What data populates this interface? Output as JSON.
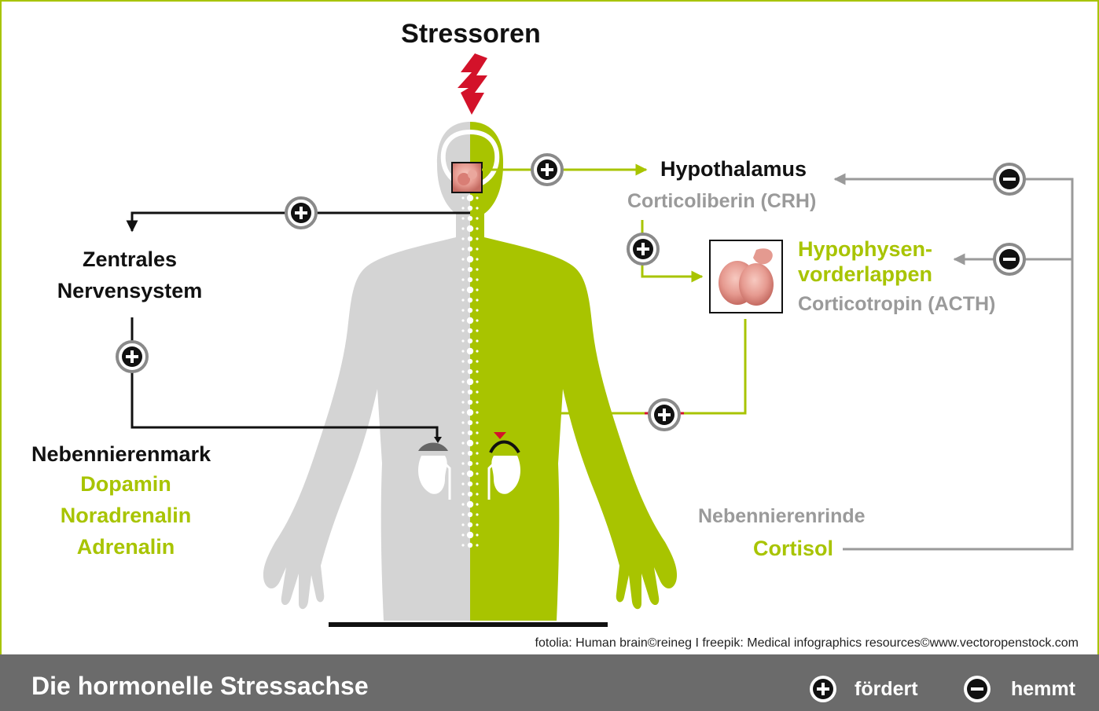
{
  "title": "Stressoren",
  "labels": {
    "hypothalamus": "Hypothalamus",
    "crh": "Corticoliberin (CRH)",
    "hypophyse_1": "Hypophysen-",
    "hypophyse_2": "vorderlappen",
    "acth": "Corticotropin (ACTH)",
    "zns_1": "Zentrales",
    "zns_2": "Nervensystem",
    "mark": "Nebennierenmark",
    "dopamin": "Dopamin",
    "noradrenalin": "Noradrenalin",
    "adrenalin": "Adrenalin",
    "rinde": "Nebennierenrinde",
    "cortisol": "Cortisol"
  },
  "credit": "fotolia: Human brain©reineg I freepik: Medical infographics resources©www.vectoropenstock.com",
  "footer": {
    "title": "Die hormonelle Stressachse",
    "legend_plus": "fördert",
    "legend_minus": "hemmt"
  },
  "colors": {
    "green": "#a8c400",
    "gray": "#9a9a9a",
    "dark": "#111111",
    "red": "#d3122a",
    "footer_bg": "#6b6b6b"
  }
}
